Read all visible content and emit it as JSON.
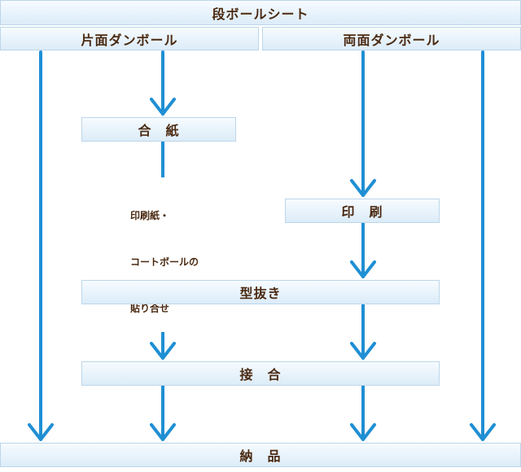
{
  "top_label": "段ボールシート",
  "branches": {
    "single_face": "片面ダンボール",
    "double_face": "両面ダンボール"
  },
  "steps": {
    "laminating": "合　紙",
    "laminating_note_line1": "印刷紙・",
    "laminating_note_line2": "コートボールの",
    "laminating_note_line3": "貼り合せ",
    "printing": "印　刷",
    "die_cut": "型抜き",
    "joining": "接　合",
    "delivery": "納　品"
  },
  "colors": {
    "arrow": "#1f8fd4",
    "box_border": "#bcd6ea",
    "text": "#4b2a12"
  }
}
